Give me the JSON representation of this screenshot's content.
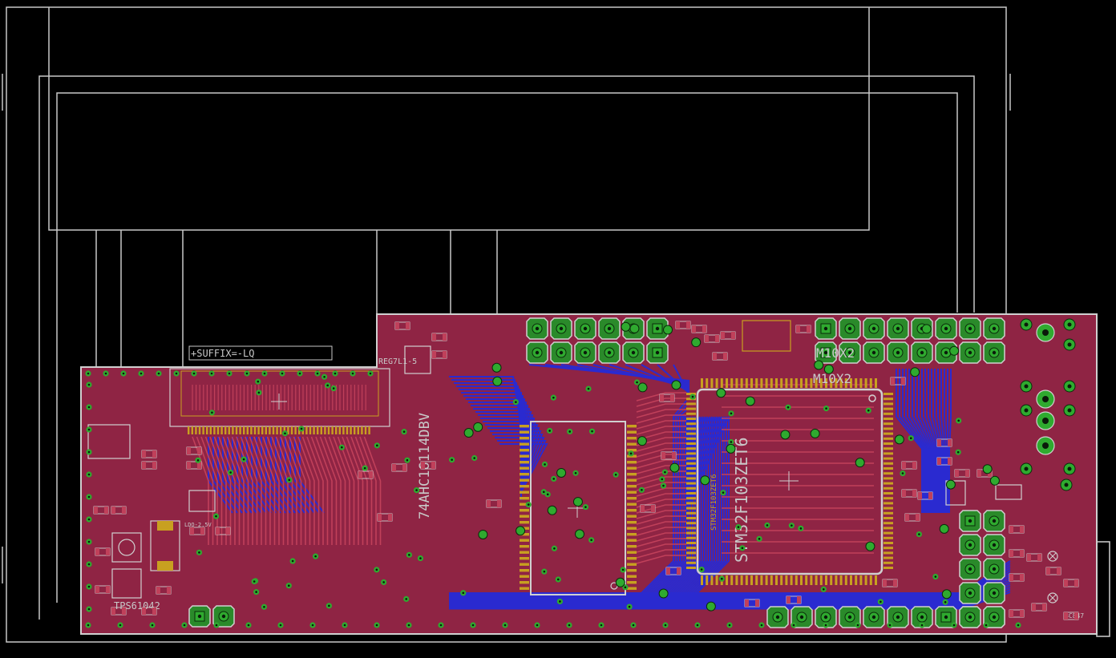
{
  "colors": {
    "background": "#000000",
    "board_fill": "#8f2444",
    "outline": "#c8c8c8",
    "top_copper": "#b3374d",
    "bottom_copper": "#2424c8",
    "via": "#2faa2f",
    "pad_ring": "#d0d0d0",
    "gold_pin": "#c8a020",
    "silkscreen": "#c8c8c8",
    "value_text": "#c8a020"
  },
  "labels": {
    "suffix": "+SUFFIX=-LQ",
    "reg": "REG7L1-5",
    "shift_register": "74AHC16114DBV",
    "mcu": "STM32F103ZET6",
    "mcu_value": "STM32F103ZET6",
    "header_top": "M10X2",
    "header_top_value": "M10X2",
    "ldo": "LDO-2.5V",
    "transceiver": "TPS61042",
    "transistor": "BC847"
  },
  "icons": {
    "fiducial": "crosshair-icon",
    "mounting_hole": "circle-icon"
  }
}
